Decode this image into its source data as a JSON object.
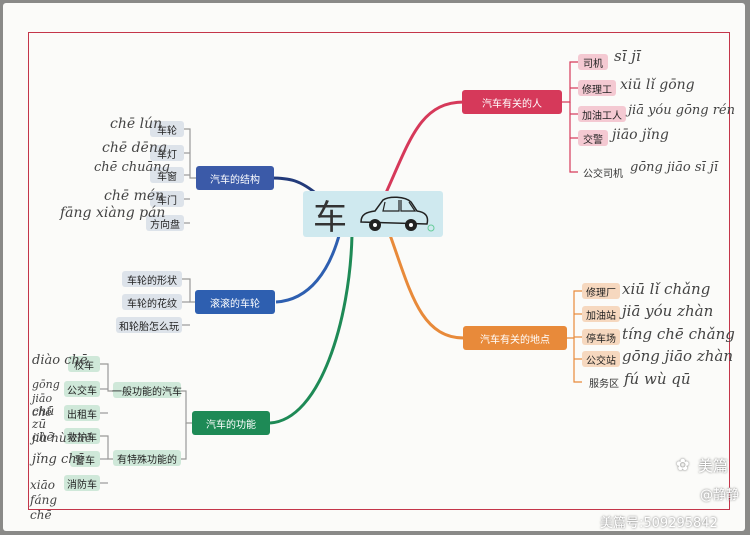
{
  "center": {
    "label": "车"
  },
  "branches": {
    "structure": {
      "label": "汽车的结构",
      "items": [
        "车轮",
        "车灯",
        "车窗",
        "车门",
        "方向盘"
      ],
      "pinyin": [
        "chē lún",
        "chē dēng",
        "chē chuāng",
        "chē mén",
        "fāng xiàng pán"
      ]
    },
    "wheels": {
      "label": "滚滚的车轮",
      "items": [
        "车轮的形状",
        "车轮的花纹",
        "和轮胎怎么玩"
      ]
    },
    "functions": {
      "label": "汽车的功能",
      "general": "一般功能的汽车",
      "general_items": [
        "校车",
        "公交车",
        "出租车"
      ],
      "special": "有特殊功能的",
      "special_items": [
        "救护车",
        "警车",
        "消防车"
      ],
      "pinyin": [
        "diào chē",
        "gōng jiāo chē",
        "chū zū chē",
        "jiù hù chē",
        "jǐng chē",
        "xiāo fáng chē"
      ]
    },
    "people": {
      "label": "汽车有关的人",
      "items": [
        "司机",
        "修理工",
        "加油工人",
        "交警",
        "公交司机"
      ],
      "pinyin": [
        "sī jī",
        "xiū lǐ gōng",
        "jiā yóu gōng rén",
        "jiāo jǐng",
        "gōng jiāo sī jī"
      ]
    },
    "places": {
      "label": "汽车有关的地点",
      "items": [
        "修理厂",
        "加油站",
        "停车场",
        "公交站",
        "服务区"
      ],
      "pinyin": [
        "xiū lǐ chǎng",
        "jiā yóu zhàn",
        "tíng chē chǎng",
        "gōng jiāo zhàn",
        "fú wù qū"
      ]
    }
  },
  "watermark": {
    "brand": "美篇",
    "user": "@静静",
    "id": "美篇号:509295842"
  },
  "colors": {
    "frame": "#c4364a",
    "people": "#d6395a",
    "places": "#e88a3a",
    "structure": "#3b5aa8",
    "wheels": "#2e5fb0",
    "functions": "#1e8a56",
    "center": "#cfe9ef"
  }
}
